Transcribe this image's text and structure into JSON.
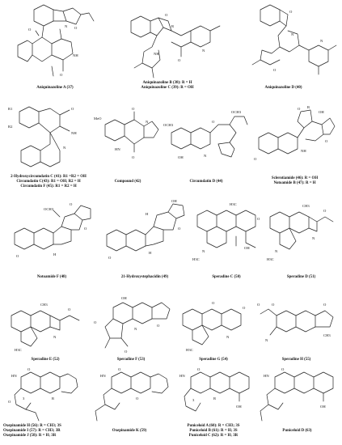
{
  "compounds": [
    {
      "lines": [
        "Aniquinazoline A (37)"
      ]
    },
    {
      "lines": [
        "Aniquinazoline B (38): R = H",
        "Aniquinazoline C (39): R = OH"
      ]
    },
    {
      "lines": [
        "Aniquinazoline D (40)"
      ]
    },
    {
      "lines": [
        "2-Hydroxycircumdatin C (41): R1 =R2 = OH",
        "Circumdatin C(43): R1 = OH; R2 = H",
        "Circumdatin F (45): R1 = R2 = H"
      ]
    },
    {
      "lines": [
        "Compound (42)"
      ]
    },
    {
      "lines": [
        "Circumdatin D (44)"
      ]
    },
    {
      "lines": [
        "Sclerotiamide (46): R = OH",
        "Notoamide B (47): R = H"
      ]
    },
    {
      "lines": [
        "Notoamide F (48)"
      ]
    },
    {
      "lines": [
        "21-Hydroxystephacidin (49)"
      ]
    },
    {
      "lines": [
        "Speradine C (50)"
      ]
    },
    {
      "lines": [
        "Speradine D (51)"
      ]
    },
    {
      "lines": [
        "Speradine E (52)"
      ]
    },
    {
      "lines": [
        "Speradine F (53)"
      ]
    },
    {
      "lines": [
        "Speradine G (54)"
      ]
    },
    {
      "lines": [
        "Speradine H (55)"
      ]
    },
    {
      "lines": [
        "Oxepinamide H (56): R = CH3; 3S",
        "Oxepinamide I (57): R = CH3; 3R",
        "Oxepinamide J (58): R = H; 3R"
      ]
    },
    {
      "lines": [
        "Oxepinamide K (59)"
      ]
    },
    {
      "lines": [
        "Puniceloid A (60): R = CH3; 3S",
        "Puniceloid B (61): R = H; 3S",
        "Puniceloid C (62): R = H; 3R"
      ]
    },
    {
      "lines": [
        "Puniceloid D (63)"
      ]
    }
  ],
  "atom_labels": {
    "o": "O",
    "n": "N",
    "nh": "NH",
    "hn": "HN",
    "h": "H",
    "oh": "OH",
    "r": "R",
    "r1": "R1",
    "r2": "R2",
    "meo": "MeO",
    "och3": "OCH3",
    "ch3": "CH3",
    "h3c": "H3C",
    "three": "3"
  }
}
